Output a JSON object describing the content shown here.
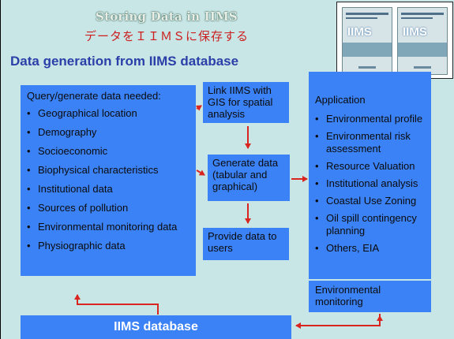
{
  "header": {
    "title_en": "Storing Data in IIMS",
    "title_jp": "データをＩＩＭＳに保存する",
    "subtitle": "Data generation from IIMS database"
  },
  "query_box": {
    "heading": "Query/generate data needed:",
    "items": [
      "Geographical location",
      "Demography",
      "Socioeconomic",
      "Biophysical characteristics",
      "Institutional data",
      "Sources of pollution",
      "Environmental monitoring data",
      "Physiographic data"
    ]
  },
  "link_box": {
    "text": "Link IIMS with GIS for spatial analysis"
  },
  "generate_box": {
    "text": "Generate data (tabular and graphical)"
  },
  "provide_box": {
    "text": "Provide data to users"
  },
  "application_box": {
    "heading": "Application",
    "items": [
      "Environmental profile",
      "Environmental risk assessment",
      "Resource Valuation",
      "Institutional analysis",
      "Coastal Use Zoning",
      "Oil spill contingency planning",
      "Others, EIA"
    ]
  },
  "env_box": {
    "text": "Environmental monitoring"
  },
  "db_box": {
    "text": "IIMS database"
  },
  "covers": {
    "label": "IIMS"
  },
  "colors": {
    "box": "#3b82f6",
    "arrow": "#d9241f",
    "background": "#c9e6e6"
  }
}
